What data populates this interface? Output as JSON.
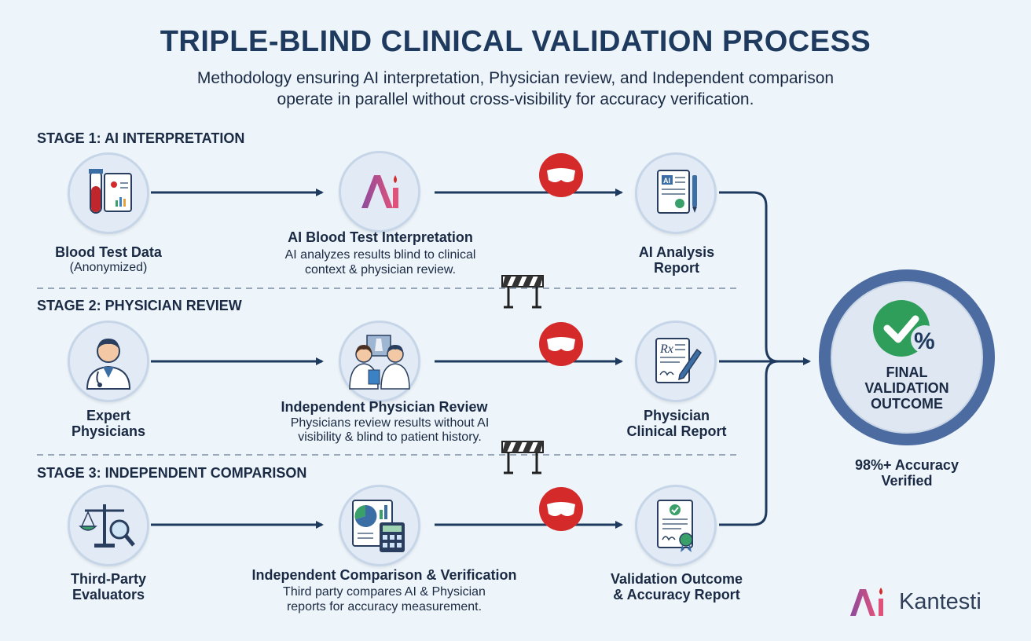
{
  "header": {
    "title": "TRIPLE-BLIND CLINICAL VALIDATION PROCESS",
    "subtitle_line1": "Methodology ensuring AI interpretation, Physician review, and Independent comparison",
    "subtitle_line2": "operate in parallel without cross-visibility for accuracy verification."
  },
  "stages": [
    {
      "label": "STAGE 1: AI INTERPRETATION",
      "input": {
        "title": "Blood Test Data",
        "sub": "(Anonymized)",
        "icon": "blood-test-icon"
      },
      "process": {
        "title": "AI Blood Test Interpretation",
        "desc1": "AI analyzes results blind to clinical",
        "desc2": "context & physician review.",
        "icon": "ai-logo-icon"
      },
      "output": {
        "title1": "AI Analysis",
        "title2": "Report",
        "icon": "ai-report-icon"
      }
    },
    {
      "label": "STAGE 2: PHYSICIAN REVIEW",
      "input": {
        "title1": "Expert",
        "title2": "Physicians",
        "icon": "doctor-icon"
      },
      "process": {
        "title": "Independent Physician Review",
        "desc1": "Physicians review results without AI",
        "desc2": "visibility & blind to patient history.",
        "icon": "physicians-icon"
      },
      "output": {
        "title1": "Physician",
        "title2": "Clinical Report",
        "icon": "prescription-icon"
      }
    },
    {
      "label": "STAGE 3: INDEPENDENT COMPARISON",
      "input": {
        "title1": "Third-Party",
        "title2": "Evaluators",
        "icon": "scales-icon"
      },
      "process": {
        "title": "Independent Comparison & Verification",
        "desc1": "Third party compares AI & Physician",
        "desc2": "reports for accuracy measurement.",
        "icon": "charts-calculator-icon"
      },
      "output": {
        "title1": "Validation Outcome",
        "title2": "& Accuracy Report",
        "icon": "certificate-icon"
      }
    }
  ],
  "final": {
    "line1": "FINAL",
    "line2": "VALIDATION",
    "line3": "OUTCOME",
    "accuracy1": "98%+ Accuracy",
    "accuracy2": "Verified",
    "ring_color": "#4c6ba1",
    "check_color": "#2f9e5b"
  },
  "brand": {
    "name": "Kantesti"
  },
  "colors": {
    "arrow": "#1f3a5f",
    "blind": "#d42a2a",
    "ai_gradient_start": "#8b4a9e",
    "ai_gradient_end": "#e0527a"
  }
}
